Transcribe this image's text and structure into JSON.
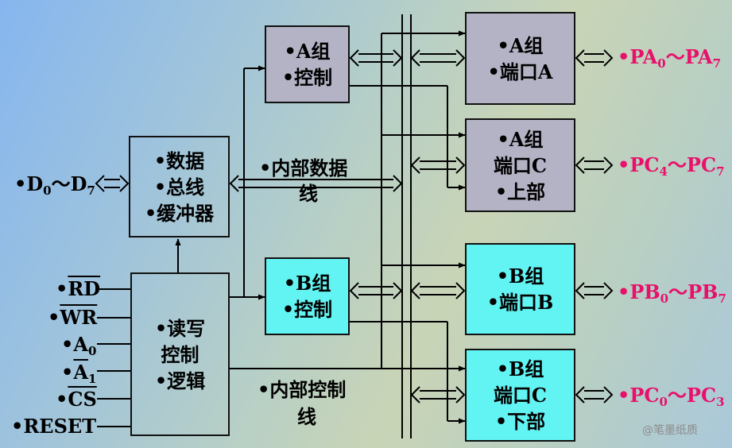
{
  "blocks": {
    "a_ctrl": [
      "•A组",
      "•控制"
    ],
    "b_ctrl": [
      "•B组",
      "•控制"
    ],
    "buffer": [
      "•数据",
      "•总线",
      "•缓冲器"
    ],
    "rw_logic": [
      "•读写",
      "控制",
      "•逻辑"
    ],
    "port_a": [
      "•A组",
      "•端口A"
    ],
    "port_c_up": [
      "•A组",
      "端口C",
      "•上部"
    ],
    "port_b": [
      "•B组",
      "•端口B"
    ],
    "port_c_low": [
      "•B组",
      "端口C",
      "•下部"
    ]
  },
  "labels": {
    "data_bus_in": {
      "prefix": "•D",
      "sub1": "0",
      "mid": "～D",
      "sub2": "7"
    },
    "internal_data_bus": [
      "•内部数据",
      "线"
    ],
    "internal_ctrl_bus": [
      "•内部控制",
      "线"
    ],
    "pa": {
      "prefix": "•PA",
      "sub1": "0",
      "mid": "～PA",
      "sub2": "7"
    },
    "pc_up": {
      "prefix": "•PC",
      "sub1": "4",
      "mid": "～PC",
      "sub2": "7"
    },
    "pb": {
      "prefix": "•PB",
      "sub1": "0",
      "mid": "～PB",
      "sub2": "7"
    },
    "pc_low": {
      "prefix": "•PC",
      "sub1": "0",
      "mid": "～PC",
      "sub2": "3"
    }
  },
  "signals": {
    "rd": {
      "bullet": "•",
      "name": "RD"
    },
    "wr": {
      "bullet": "•",
      "name": "WR"
    },
    "a0": {
      "prefix": "•A",
      "sub": "0"
    },
    "a1": {
      "bullet": "•",
      "name": "A",
      "sub": "1"
    },
    "cs": {
      "bullet": "•",
      "name": "CS"
    },
    "reset": "•RESET"
  },
  "watermark": "@笔墨纸质",
  "colors": {
    "gray_block": "#b3b3c5",
    "cyan_block": "#62f3f3",
    "port_label": "#e8106a"
  }
}
